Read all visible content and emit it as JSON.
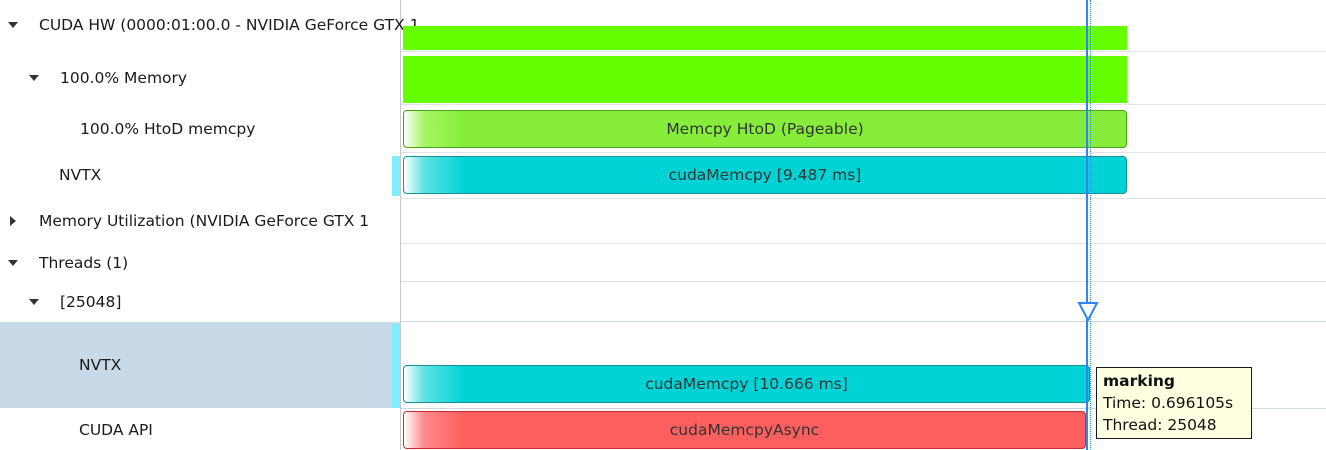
{
  "tree": {
    "rows": [
      {
        "label": "CUDA HW (0000:01:00.0 - NVIDIA GeForce GTX 1",
        "twisty": "down"
      },
      {
        "label": "100.0% Memory",
        "twisty": "down"
      },
      {
        "label": "100.0% HtoD memcpy",
        "twisty": ""
      },
      {
        "label": "NVTX",
        "twisty": ""
      },
      {
        "label": "Memory Utilization (NVIDIA GeForce GTX 1",
        "twisty": "right"
      },
      {
        "label": "Threads (1)",
        "twisty": "down"
      },
      {
        "label": "[25048]",
        "twisty": "down"
      },
      {
        "label": "NVTX",
        "twisty": "",
        "selected": true
      },
      {
        "label": "CUDA API",
        "twisty": ""
      }
    ]
  },
  "timeline": {
    "bars": {
      "memcpy": "Memcpy HtoD (Pageable)",
      "nvtx_hw": "cudaMemcpy [9.487 ms]",
      "nvtx_thread": "cudaMemcpy [10.666 ms]",
      "cuda_api": "cudaMemcpyAsync"
    },
    "colors": {
      "memory_usage": "#66ff00",
      "memcpy": "#86ee3a",
      "nvtx": "#00d3d6",
      "cuda_api": "#fd5f5f",
      "cursor": "#2f86f0",
      "tooltip_bg": "#ffffe1"
    }
  },
  "tooltip": {
    "title": "marking",
    "time": "Time: 0.696105s",
    "thread": "Thread: 25048"
  }
}
